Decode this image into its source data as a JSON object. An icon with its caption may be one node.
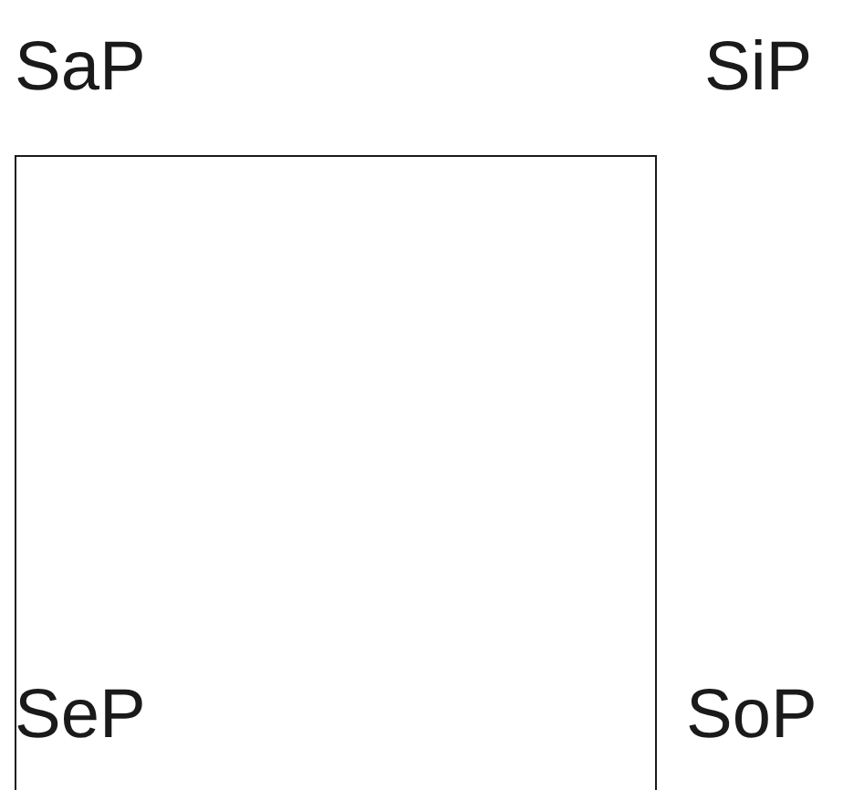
{
  "diagram": {
    "labels": [
      "SaP",
      "SiP",
      "SeP",
      "SoP"
    ]
  }
}
